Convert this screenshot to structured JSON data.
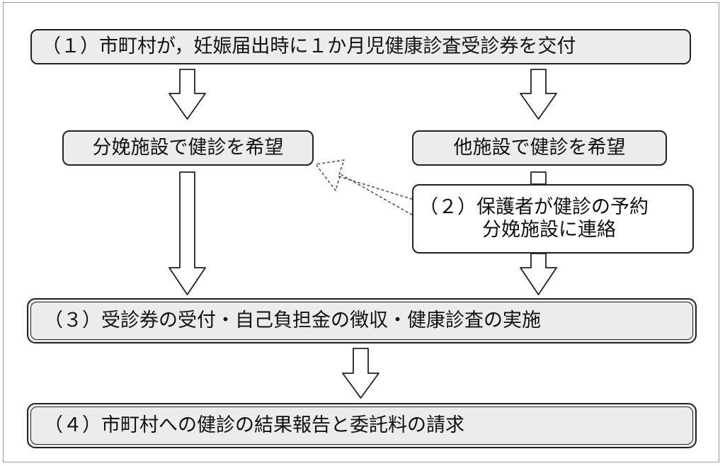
{
  "flow": {
    "step1": "（１）市町村が，妊娠届出時に１か月児健康診査受診券を交付",
    "box_delivery": "分娩施設で健診を希望",
    "box_other": "他施設で健診を希望",
    "step2_line1": "（２）保護者が健診の予約",
    "step2_line2": "分娩施設に連絡",
    "step3": "（３）受診券の受付・自己負担金の徴収・健康診査の実施",
    "step4": "（４）市町村への健診の結果報告と委託料の請求"
  },
  "colors": {
    "box_fill": "#ececec",
    "border": "#222222",
    "arrow_fill": "#ffffff",
    "frame": "#9a9a9a"
  }
}
